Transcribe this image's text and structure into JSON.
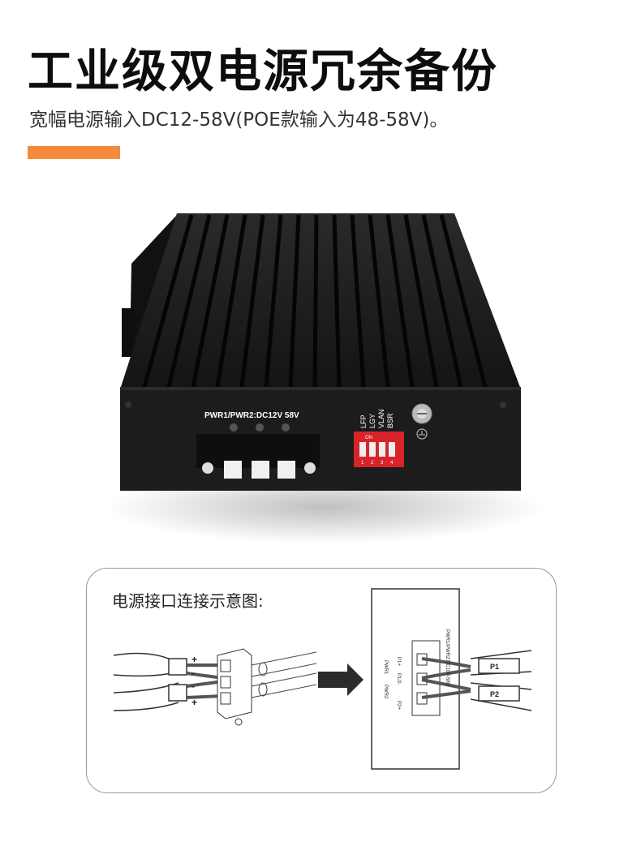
{
  "header": {
    "title": "工业级双电源冗余备份",
    "subtitle": "宽幅电源输入DC12-58V(POE款输入为48-58V)。",
    "accent_color": "#f58a3c"
  },
  "device": {
    "power_label": "PWR1/PWR2:DC12V 58V",
    "dip_labels": [
      "LFP",
      "LGY",
      "VLAN",
      "BSR"
    ],
    "dip_on_label": "ON",
    "dip_numbers": [
      "1",
      "2",
      "3",
      "4"
    ],
    "ground_icon": "ground-icon",
    "body_color": "#1c1c1c",
    "dip_color": "#d8232a"
  },
  "diagram": {
    "label": "电源接口连接示意图:",
    "polarity": [
      "+",
      "-",
      "-",
      "+"
    ],
    "pin_labels": [
      "P1+",
      "P1/2-",
      "P2+"
    ],
    "group_labels": [
      "PWR1",
      "PWR2"
    ],
    "vertical_text": "PWR1/PWR2:DC10V-58V",
    "cable_labels": [
      "P1",
      "P2"
    ],
    "arrow_icon": "right-arrow-icon"
  }
}
